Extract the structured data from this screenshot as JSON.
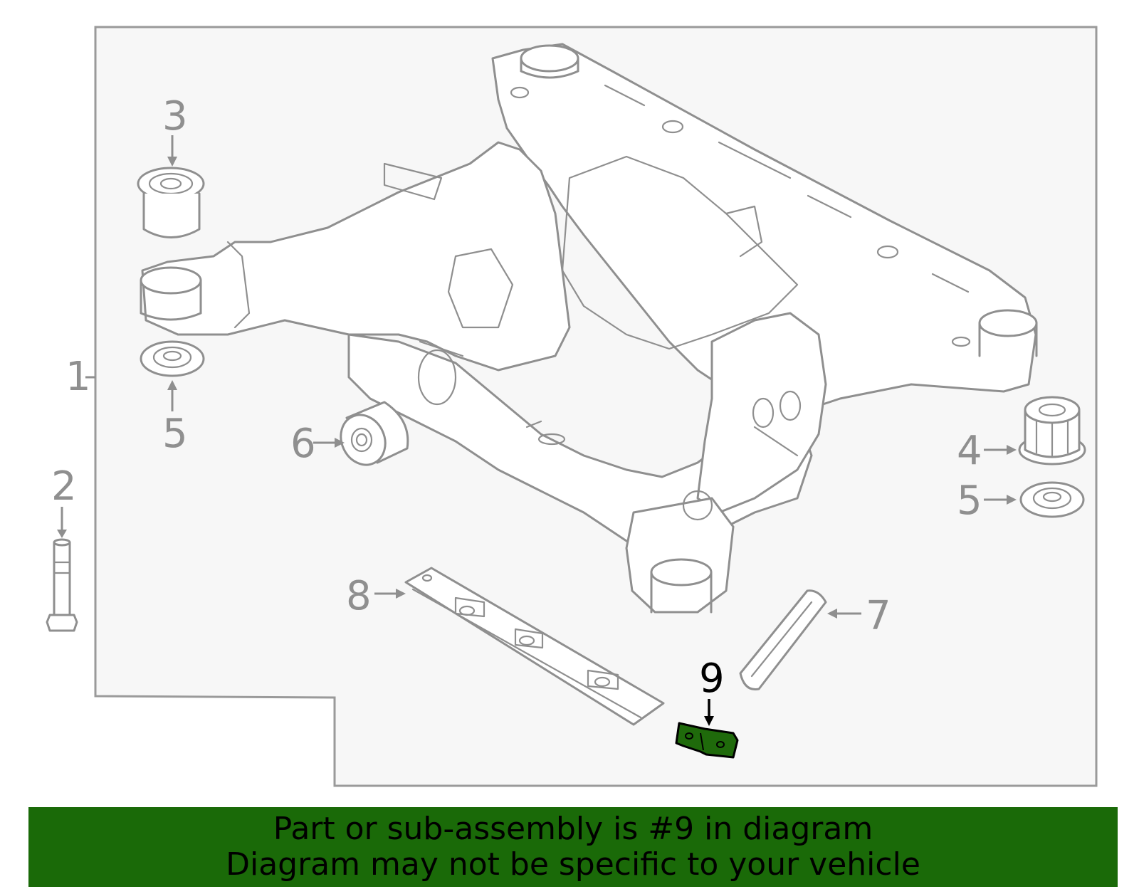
{
  "colors": {
    "highlight_part": "#1f6a0b",
    "banner_background": "#1a6a08",
    "line_art": "#8f8f8f",
    "panel": "#f7f7f7"
  },
  "callouts": {
    "c1": "1",
    "c2": "2",
    "c3": "3",
    "c4": "4",
    "c5_left": "5",
    "c5_right": "5",
    "c6": "6",
    "c7": "7",
    "c8": "8",
    "c9": "9"
  },
  "highlighted_callout": "9",
  "banner": {
    "line1": "Part or sub-assembly is #9 in diagram",
    "line2": "Diagram may not be specific to your vehicle"
  }
}
